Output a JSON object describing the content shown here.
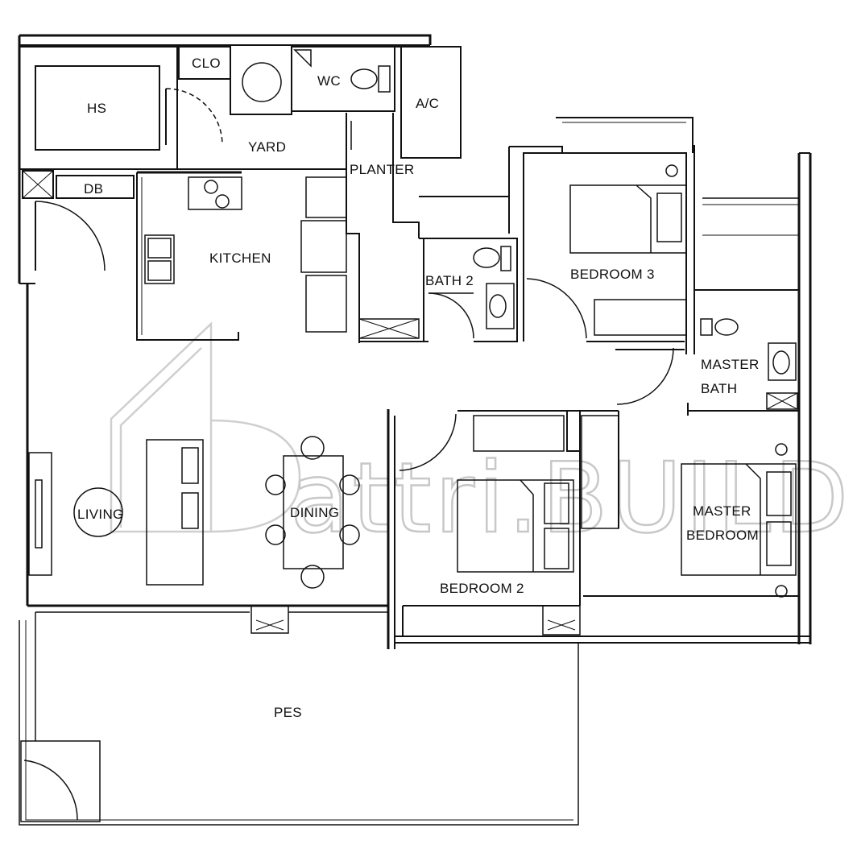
{
  "rooms": {
    "hs": "HS",
    "clo": "CLO",
    "wc": "WC",
    "ac": "A/C",
    "yard": "YARD",
    "planter": "PLANTER",
    "db": "DB",
    "kitchen": "KITCHEN",
    "bath2": "BATH 2",
    "bedroom3": "BEDROOM 3",
    "master_bath_1": "MASTER",
    "master_bath_2": "BATH",
    "living": "LIVING",
    "dining": "DINING",
    "bedroom2": "BEDROOM 2",
    "master_bedroom_1": "MASTER",
    "master_bedroom_2": "BEDROOM",
    "pes": "PES"
  },
  "watermark": "attri.BUILD"
}
